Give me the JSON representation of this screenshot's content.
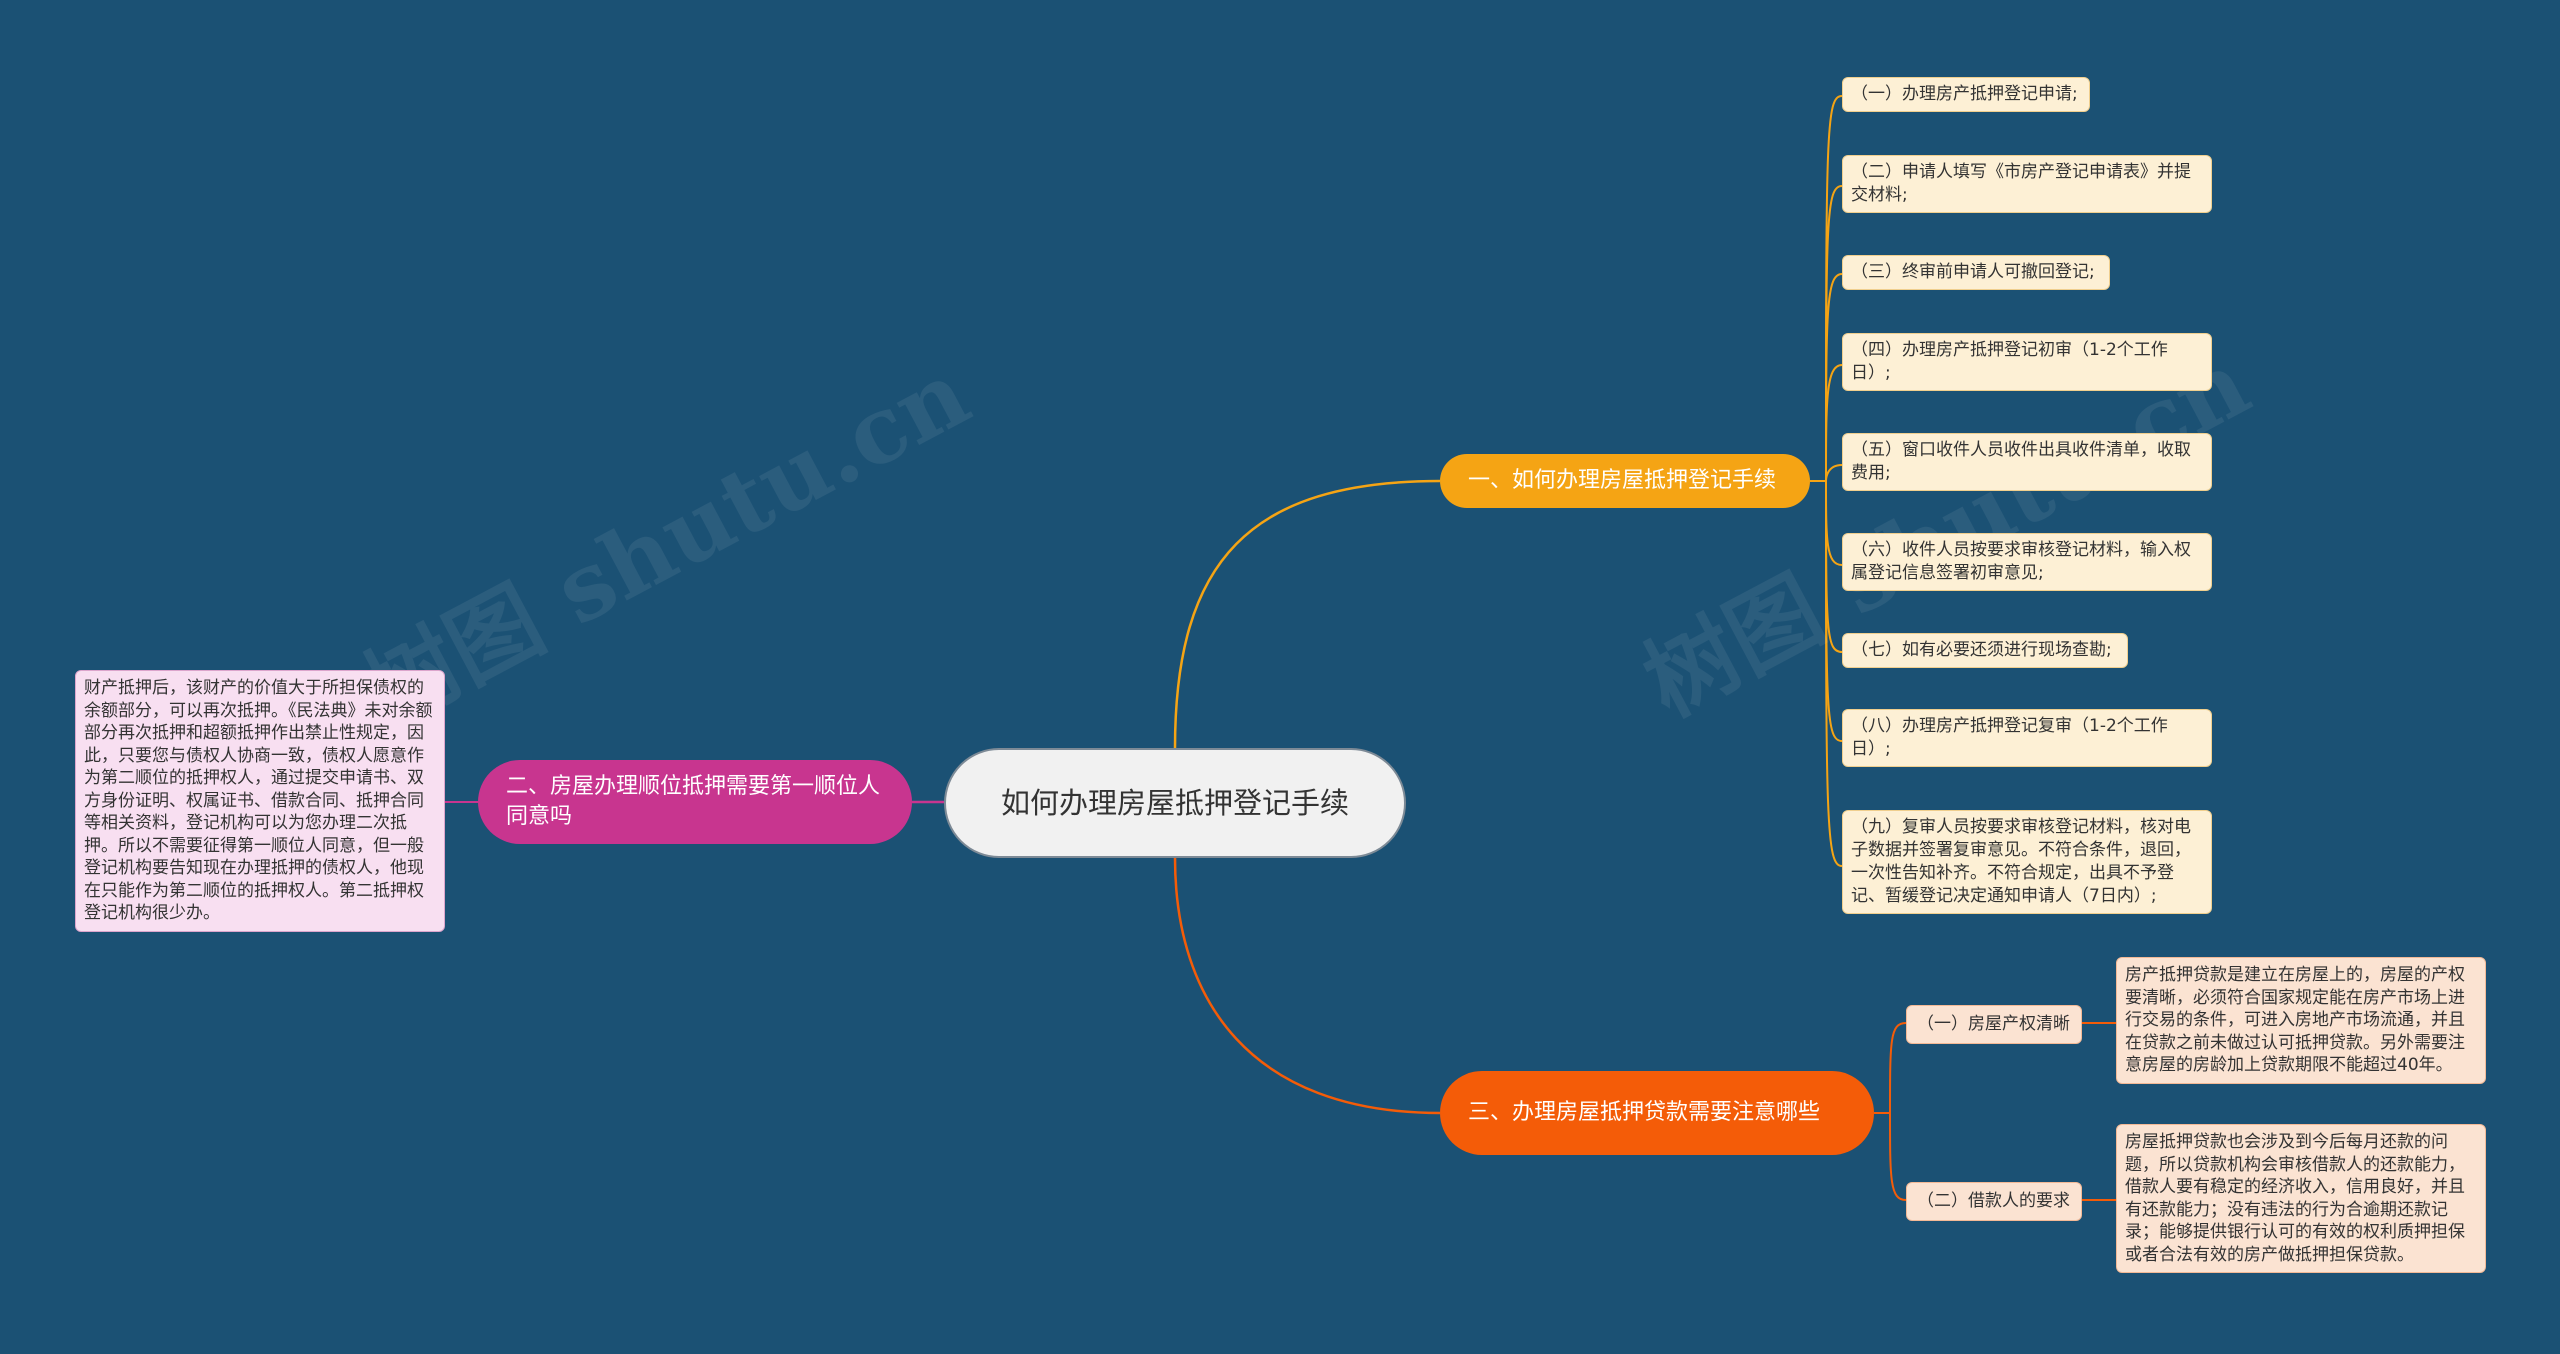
{
  "watermark": "树图 shutu.cn",
  "root": {
    "label": "如何办理房屋抵押登记手续"
  },
  "branches": {
    "b1": {
      "label": "一、如何办理房屋抵押登记手续",
      "items": [
        "（一）办理房产抵押登记申请;",
        "（二）申请人填写《市房产登记申请表》并提交材料;",
        "（三）终审前申请人可撤回登记;",
        "（四）办理房产抵押登记初审（1-2个工作日）;",
        "（五）窗口收件人员收件出具收件清单，收取费用;",
        "（六）收件人员按要求审核登记材料，输入权属登记信息签署初审意见;",
        "（七）如有必要还须进行现场查勘;",
        "（八）办理房产抵押登记复审（1-2个工作日）;",
        "（九）复审人员按要求审核登记材料，核对电子数据并签署复审意见。不符合条件，退回，一次性告知补齐。不符合规定，出具不予登记、暂缓登记决定通知申请人（7日内）;"
      ]
    },
    "b2": {
      "label": "二、房屋办理顺位抵押需要第一顺位人同意吗",
      "detail": "财产抵押后，该财产的价值大于所担保债权的余额部分，可以再次抵押。《民法典》未对余额部分再次抵押和超额抵押作出禁止性规定，因此，只要您与债权人协商一致，债权人愿意作为第二顺位的抵押权人，通过提交申请书、双方身份证明、权属证书、借款合同、抵押合同等相关资料，登记机构可以为您办理二次抵押。所以不需要征得第一顺位人同意，但一般登记机构要告知现在办理抵押的债权人，他现在只能作为第二顺位的抵押权人。第二抵押权登记机构很少办。"
    },
    "b3": {
      "label": "三、办理房屋抵押贷款需要注意哪些",
      "subs": [
        {
          "label": "（一）房屋产权清晰",
          "detail": "房产抵押贷款是建立在房屋上的，房屋的产权要清晰，必须符合国家规定能在房产市场上进行交易的条件，可进入房地产市场流通，并且在贷款之前未做过认可抵押贷款。另外需要注意房屋的房龄加上贷款期限不能超过40年。"
        },
        {
          "label": "（二）借款人的要求",
          "detail": "房屋抵押贷款也会涉及到今后每月还款的问题，所以贷款机构会审核借款人的还款能力，借款人要有稳定的经济收入，信用良好，并且有还款能力；没有违法的行为合逾期还款记录；能够提供银行认可的有效的权利质押担保或者合法有效的房产做抵押担保贷款。"
        }
      ]
    }
  },
  "colors": {
    "background": "#1b5174",
    "branch1": "#f5a414",
    "branch2": "#c8358f",
    "branch3": "#f45c08"
  }
}
